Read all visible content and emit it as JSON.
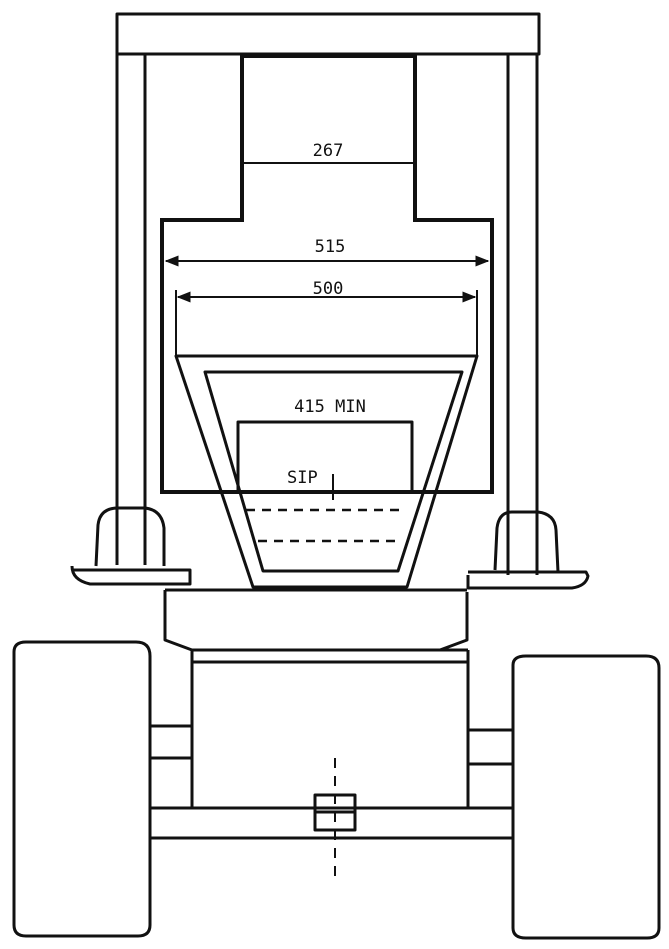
{
  "dimensions": {
    "top_width": "267",
    "upper_width": "515",
    "inner_width": "500",
    "min_width": "415 MIN",
    "sip_label": "SIP"
  }
}
